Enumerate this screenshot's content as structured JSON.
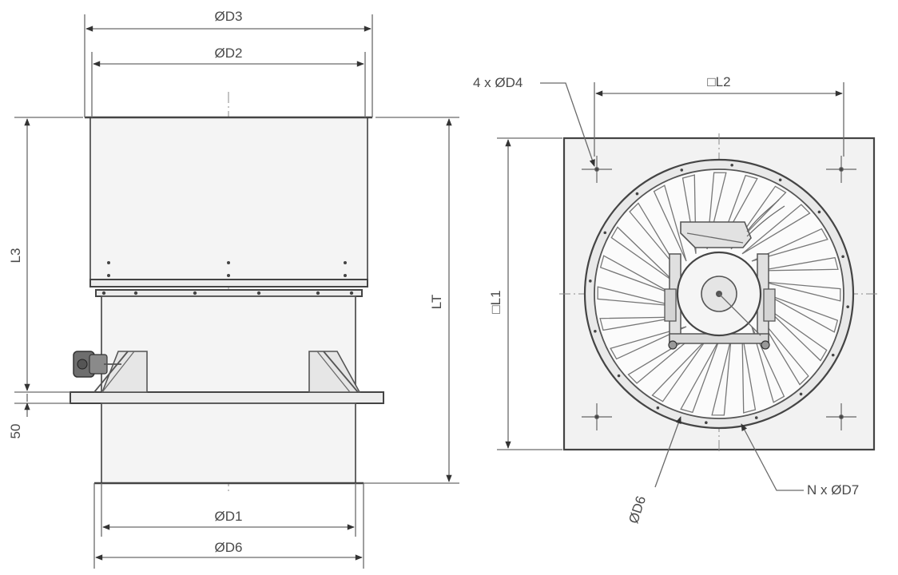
{
  "side_view": {
    "labels": {
      "d3": "ØD3",
      "d2": "ØD2",
      "l3": "L3",
      "lt": "LT",
      "fifty": "50",
      "d1": "ØD1",
      "d6": "ØD6"
    }
  },
  "front_view": {
    "labels": {
      "holes": "4 x ØD4",
      "l2": "□L2",
      "l1": "□L1",
      "n_d7": "N x ØD7",
      "d6": "ØD6"
    }
  }
}
